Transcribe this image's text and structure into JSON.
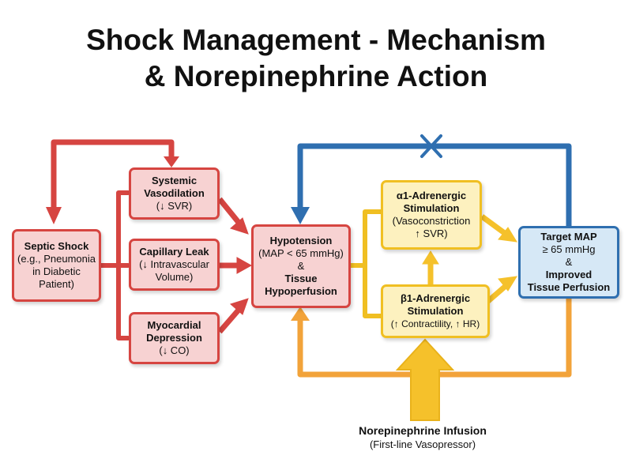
{
  "title": {
    "line1": "Shock Management - Mechanism",
    "line2": "& Norepinephrine Action"
  },
  "nodes": {
    "septic": {
      "lines": [
        "Septic Shock",
        "(e.g., Pneumonia",
        "in Diabetic",
        "Patient)"
      ]
    },
    "vasodilation": {
      "lines": [
        "Systemic",
        "Vasodilation",
        "(↓ SVR)"
      ]
    },
    "leak": {
      "lines": [
        "Capillary Leak",
        "(↓ Intravascular",
        "Volume)"
      ]
    },
    "myocardial": {
      "lines": [
        "Myocardial",
        "Depression",
        "(↓ CO)"
      ]
    },
    "hypotension": {
      "lines": [
        "Hypotension",
        "(MAP < 65 mmHg)",
        "&",
        "Tissue",
        "Hypoperfusion"
      ]
    },
    "alpha": {
      "lines": [
        "α1-Adrenergic",
        "Stimulation",
        "(Vasoconstriction",
        "↑ SVR)"
      ]
    },
    "beta": {
      "lines": [
        "β1-Adrenergic",
        "Stimulation",
        "(↑ Contractility, ↑ HR)"
      ]
    },
    "target": {
      "lines": [
        "Target MAP",
        "≥ 65 mmHg",
        "&",
        "Improved",
        "Tissue Perfusion"
      ]
    }
  },
  "infusion": {
    "label": "Norepinephrine Infusion",
    "sublabel": "(First-line Vasopressor)"
  },
  "colors": {
    "red_fill": "#f7d2d2",
    "red_stroke": "#d64541",
    "yellow_fill": "#fdf1bf",
    "yellow_stroke": "#f0bf22",
    "blue_fill": "#d6e8f6",
    "blue_stroke": "#2f6fb0",
    "orange_arrow": "#f2a33a",
    "yellow_arrow": "#f5c12b"
  }
}
